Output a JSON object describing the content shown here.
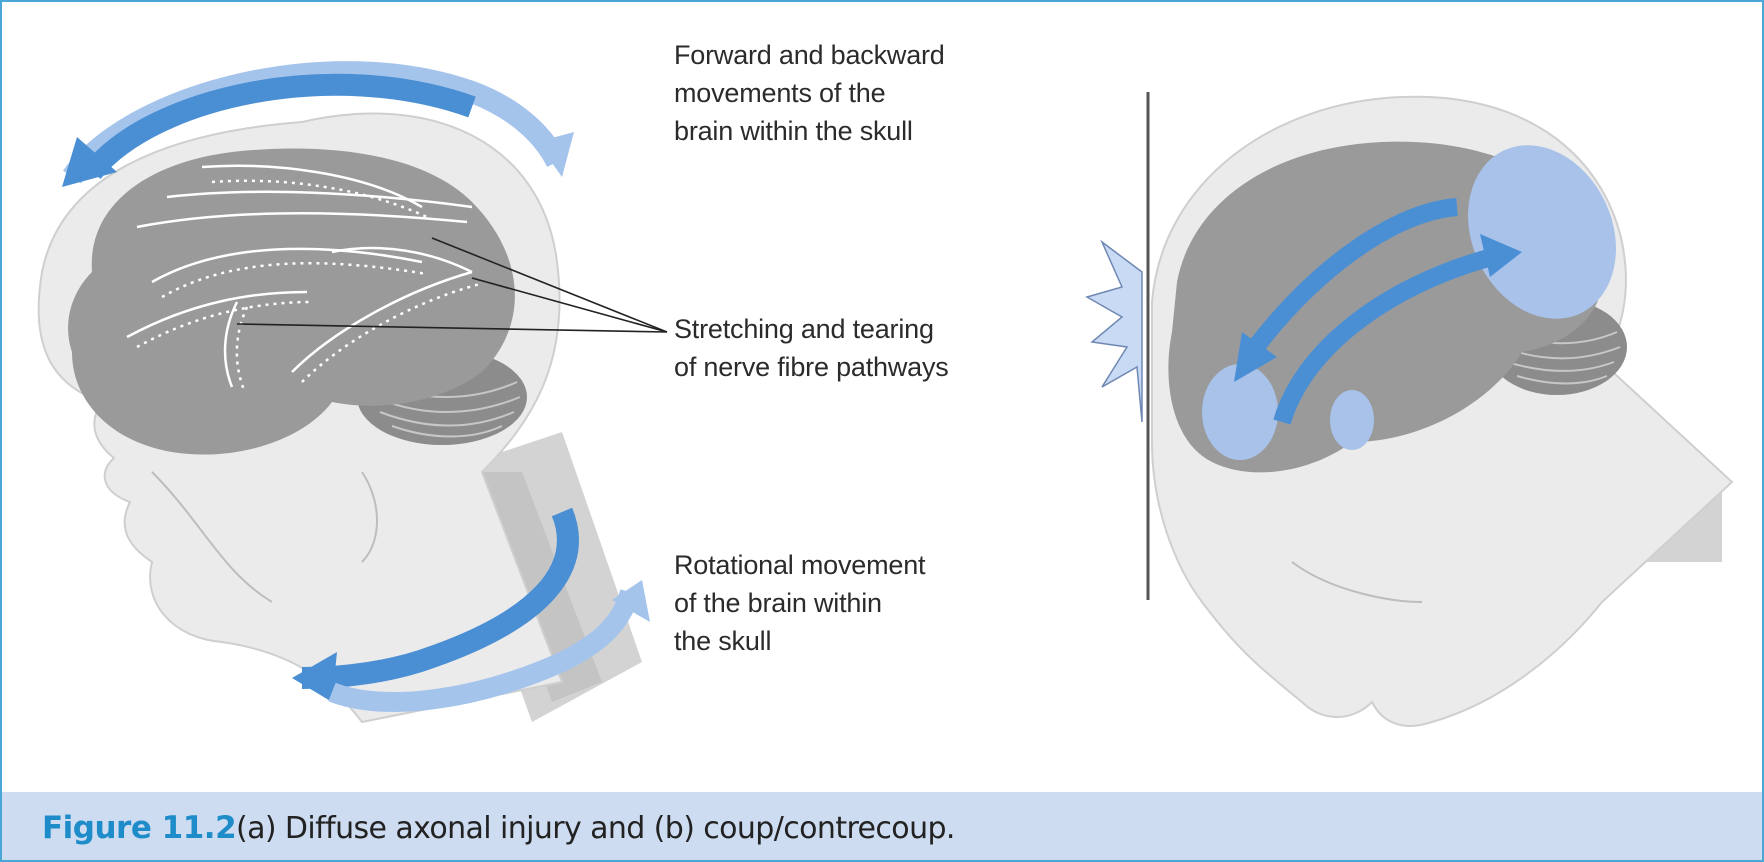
{
  "labels": {
    "forward_backward": [
      "Forward and backward",
      "movements of the",
      "brain within the skull"
    ],
    "stretching": [
      "Stretching and tearing",
      "of nerve fibre pathways"
    ],
    "rotational": [
      "Rotational movement",
      "of the brain within",
      "the skull"
    ]
  },
  "caption": {
    "number": "Figure 11.2",
    "text": "(a) Diffuse axonal injury and (b) coup/contrecoup."
  },
  "colors": {
    "frame": "#4aa6d6",
    "caption_background": "#cddcf1",
    "caption_number": "#1e8cc8",
    "skin": "#ebebeb",
    "brain": "#9a9a9b",
    "neck_band": "#d3d3d3",
    "arrow": "#4a8fd4",
    "arrow_light": "#a5c4ec",
    "contusion": "#a8c2ea",
    "impact_burst": "#c8daf4"
  },
  "icons": {
    "impact": "impact-burst-icon",
    "arrow": "curved-arrow-icon"
  }
}
